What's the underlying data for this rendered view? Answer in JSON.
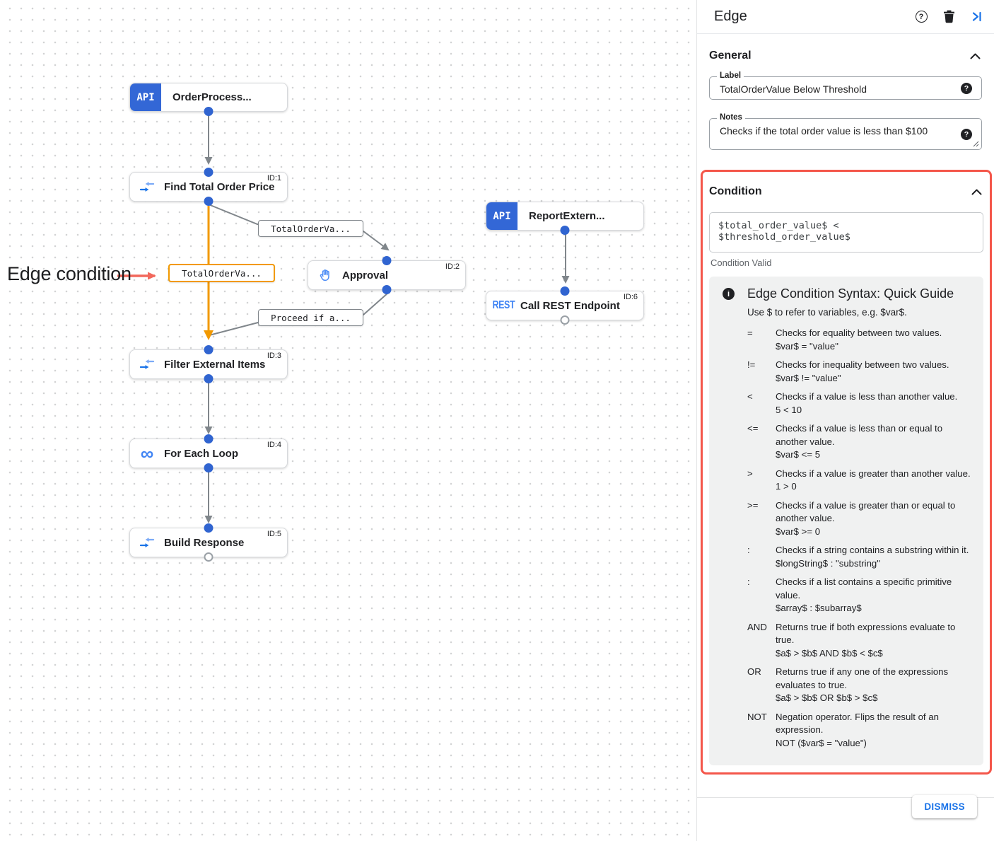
{
  "canvas": {
    "annotation": {
      "text": "Edge condition"
    },
    "nodes": {
      "order_process": {
        "badge": "API",
        "label": "OrderProcess..."
      },
      "find_total": {
        "label": "Find Total Order Price",
        "id": "ID:1"
      },
      "approval": {
        "label": "Approval",
        "id": "ID:2"
      },
      "report_external": {
        "badge": "API",
        "label": "ReportExtern..."
      },
      "call_rest": {
        "badge": "REST",
        "label": "Call REST Endpoint",
        "id": "ID:6"
      },
      "filter_items": {
        "label": "Filter External Items",
        "id": "ID:3"
      },
      "for_each": {
        "label": "For Each Loop",
        "id": "ID:4"
      },
      "build_response": {
        "label": "Build Response",
        "id": "ID:5"
      }
    },
    "edge_labels": {
      "selected": "TotalOrderVa...",
      "to_approval": "TotalOrderVa...",
      "from_approval": "Proceed if a..."
    }
  },
  "panel": {
    "title": "Edge",
    "general": {
      "title": "General",
      "label_field": {
        "label": "Label",
        "value": "TotalOrderValue Below Threshold"
      },
      "notes_field": {
        "label": "Notes",
        "value": "Checks if the total order value is less than $100"
      }
    },
    "condition": {
      "title": "Condition",
      "value": "$total_order_value$ < $threshold_order_value$",
      "status": "Condition Valid",
      "guide": {
        "title": "Edge Condition Syntax: Quick Guide",
        "intro": "Use $ to refer to variables, e.g. $var$.",
        "rules": [
          {
            "op": "=",
            "desc": "Checks for equality between two values.",
            "example": "$var$ = \"value\""
          },
          {
            "op": "!=",
            "desc": "Checks for inequality between two values.",
            "example": "$var$ != \"value\""
          },
          {
            "op": "<",
            "desc": "Checks if a value is less than another value.",
            "example": "5 < 10"
          },
          {
            "op": "<=",
            "desc": "Checks if a value is less than or equal to another value.",
            "example": "$var$ <= 5"
          },
          {
            "op": ">",
            "desc": "Checks if a value is greater than another value.",
            "example": "1 > 0"
          },
          {
            "op": ">=",
            "desc": "Checks if a value is greater than or equal to another value.",
            "example": "$var$ >= 0"
          },
          {
            "op": ":",
            "desc": "Checks if a string contains a substring within it.",
            "example": "$longString$ : \"substring\""
          },
          {
            "op": ":",
            "desc": "Checks if a list contains a specific primitive value.",
            "example": "$array$ : $subarray$"
          },
          {
            "op": "AND",
            "desc": "Returns true if both expressions evaluate to true.",
            "example": "$a$ > $b$ AND $b$ < $c$"
          },
          {
            "op": "OR",
            "desc": "Returns true if any one of the expressions evaluates to true.",
            "example": "$a$ > $b$ OR $b$ > $c$"
          },
          {
            "op": "NOT",
            "desc": "Negation operator. Flips the result of an expression.",
            "example": "NOT ($var$ = \"value\")"
          }
        ]
      }
    },
    "dismiss_label": "DISMISS"
  },
  "colors": {
    "accent_blue": "#1a73e8",
    "node_blue": "#3367d6",
    "selected_edge_orange": "#f29900",
    "annotation_red": "#f4564a",
    "edge_gray": "#80868b"
  }
}
